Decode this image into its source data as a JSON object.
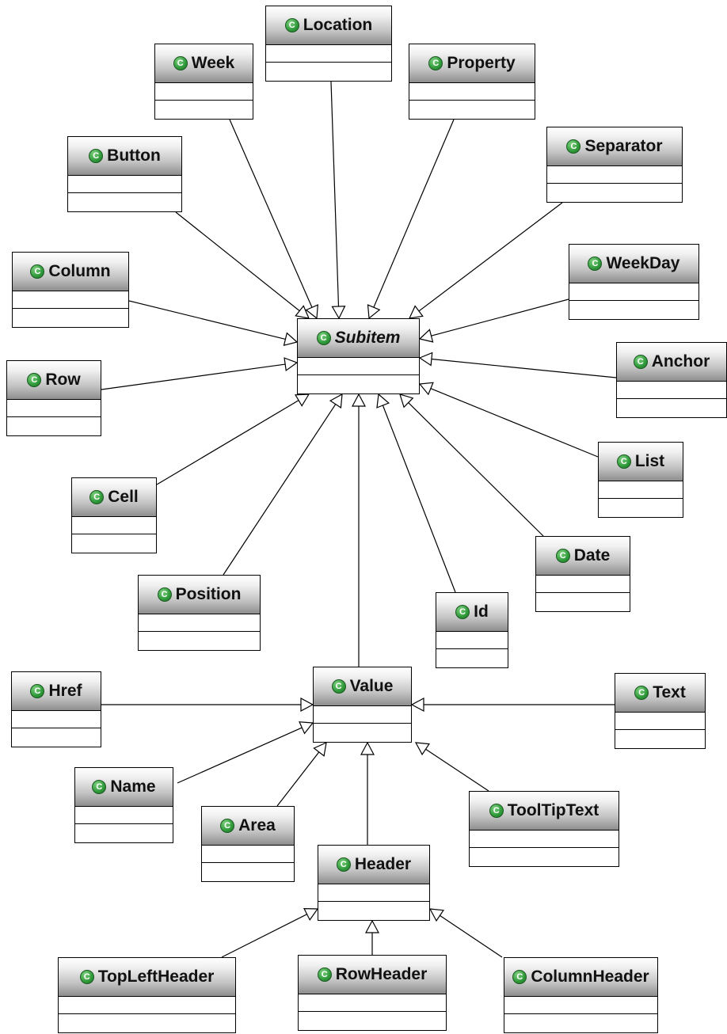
{
  "class_icon_letter": "C",
  "classes": [
    {
      "key": "location",
      "name": "Location"
    },
    {
      "key": "week",
      "name": "Week"
    },
    {
      "key": "property",
      "name": "Property"
    },
    {
      "key": "button",
      "name": "Button"
    },
    {
      "key": "separator",
      "name": "Separator"
    },
    {
      "key": "column",
      "name": "Column"
    },
    {
      "key": "weekday",
      "name": "WeekDay"
    },
    {
      "key": "subitem",
      "name": "Subitem",
      "abstract": true
    },
    {
      "key": "row",
      "name": "Row"
    },
    {
      "key": "anchor",
      "name": "Anchor"
    },
    {
      "key": "list",
      "name": "List"
    },
    {
      "key": "cell",
      "name": "Cell"
    },
    {
      "key": "date",
      "name": "Date"
    },
    {
      "key": "position",
      "name": "Position"
    },
    {
      "key": "id",
      "name": "Id"
    },
    {
      "key": "href",
      "name": "Href"
    },
    {
      "key": "value",
      "name": "Value"
    },
    {
      "key": "text",
      "name": "Text"
    },
    {
      "key": "name",
      "name": "Name"
    },
    {
      "key": "area",
      "name": "Area"
    },
    {
      "key": "tooltiptext",
      "name": "ToolTipText"
    },
    {
      "key": "header",
      "name": "Header"
    },
    {
      "key": "topleftheader",
      "name": "TopLeftHeader"
    },
    {
      "key": "rowheader",
      "name": "RowHeader"
    },
    {
      "key": "columnheader",
      "name": "ColumnHeader"
    }
  ],
  "generalizations": [
    {
      "from": "location",
      "to": "subitem"
    },
    {
      "from": "week",
      "to": "subitem"
    },
    {
      "from": "property",
      "to": "subitem"
    },
    {
      "from": "button",
      "to": "subitem"
    },
    {
      "from": "separator",
      "to": "subitem"
    },
    {
      "from": "column",
      "to": "subitem"
    },
    {
      "from": "weekday",
      "to": "subitem"
    },
    {
      "from": "row",
      "to": "subitem"
    },
    {
      "from": "anchor",
      "to": "subitem"
    },
    {
      "from": "list",
      "to": "subitem"
    },
    {
      "from": "cell",
      "to": "subitem"
    },
    {
      "from": "date",
      "to": "subitem"
    },
    {
      "from": "position",
      "to": "subitem"
    },
    {
      "from": "id",
      "to": "subitem"
    },
    {
      "from": "value",
      "to": "subitem"
    },
    {
      "from": "href",
      "to": "value"
    },
    {
      "from": "text",
      "to": "value"
    },
    {
      "from": "name",
      "to": "value"
    },
    {
      "from": "area",
      "to": "value"
    },
    {
      "from": "tooltiptext",
      "to": "value"
    },
    {
      "from": "header",
      "to": "value"
    },
    {
      "from": "topleftheader",
      "to": "header"
    },
    {
      "from": "rowheader",
      "to": "header"
    },
    {
      "from": "columnheader",
      "to": "header"
    }
  ]
}
